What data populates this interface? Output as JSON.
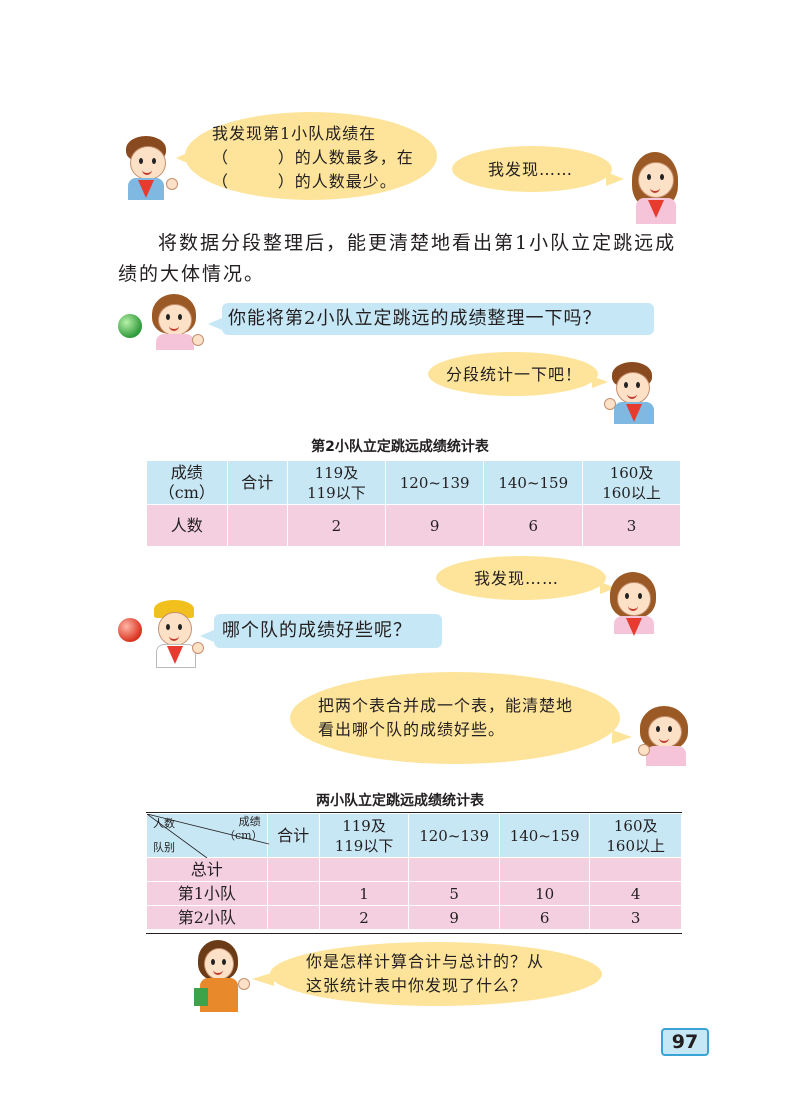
{
  "bubble1": {
    "line1": "我发现第1小队成绩在",
    "line2": "（        ）的人数最多，在",
    "line3": "（        ）的人数最少。"
  },
  "bubble2": {
    "text": "我发现……"
  },
  "paragraph": {
    "line1": "将数据分段整理后，能更清楚地看出第1小队立定跳远成",
    "line2": "绩的大体情况。"
  },
  "bubble3": {
    "text": "你能将第2小队立定跳远的成绩整理一下吗？"
  },
  "bubble4": {
    "text": "分段统计一下吧！"
  },
  "table1": {
    "title": "第2小队立定跳远成绩统计表",
    "header": {
      "score_line1": "成绩",
      "score_line2": "（cm）",
      "total": "合计",
      "c1_line1": "119及",
      "c1_line2": "119以下",
      "c2": "120~139",
      "c3": "140~159",
      "c4_line1": "160及",
      "c4_line2": "160以上"
    },
    "row": {
      "label": "人数",
      "total": "",
      "values": [
        "2",
        "9",
        "6",
        "3"
      ]
    }
  },
  "bubble5": {
    "text": "我发现……"
  },
  "bubble6": {
    "text": "哪个队的成绩好些呢？"
  },
  "bubble7": {
    "line1": "把两个表合并成一个表，能清楚地",
    "line2": "看出哪个队的成绩好些。"
  },
  "table2": {
    "title": "两小队立定跳远成绩统计表",
    "header": {
      "count": "人数",
      "score_line1": "成绩",
      "score_line2": "（cm）",
      "team": "队别",
      "total": "合计",
      "c1_line1": "119及",
      "c1_line2": "119以下",
      "c2": "120~139",
      "c3": "140~159",
      "c4_line1": "160及",
      "c4_line2": "160以上"
    },
    "rows": [
      {
        "label": "总计",
        "total": "",
        "values": [
          "",
          "",
          "",
          ""
        ]
      },
      {
        "label": "第1小队",
        "total": "",
        "values": [
          "1",
          "5",
          "10",
          "4"
        ]
      },
      {
        "label": "第2小队",
        "total": "",
        "values": [
          "2",
          "9",
          "6",
          "3"
        ]
      }
    ]
  },
  "bubble8": {
    "line1": "你是怎样计算合计与总计的？从",
    "line2": "这张统计表中你发现了什么？"
  },
  "page_number": "97"
}
